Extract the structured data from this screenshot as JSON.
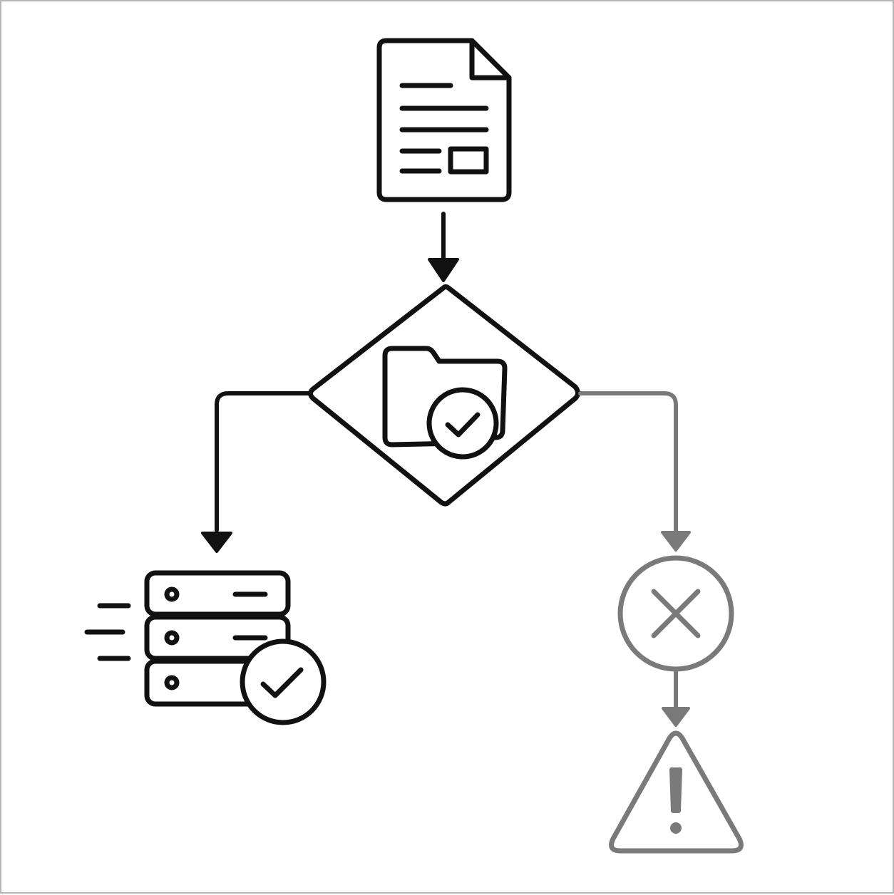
{
  "diagram": {
    "colors": {
      "primary_path": "#111111",
      "failure_path": "#7a7a7a",
      "background": "#ffffff",
      "frame": "#b5b5b5"
    },
    "nodes": [
      {
        "id": "source",
        "icon": "document-icon",
        "role": "input document"
      },
      {
        "id": "decision",
        "icon": "folder-check-icon",
        "role": "validation decision"
      },
      {
        "id": "success",
        "icon": "server-check-icon",
        "role": "stored successfully"
      },
      {
        "id": "reject",
        "icon": "circle-x-icon",
        "role": "rejected"
      },
      {
        "id": "alert",
        "icon": "warning-triangle-icon",
        "role": "warning"
      }
    ],
    "edges": [
      {
        "from": "source",
        "to": "decision",
        "style": "primary"
      },
      {
        "from": "decision",
        "to": "success",
        "style": "primary"
      },
      {
        "from": "decision",
        "to": "reject",
        "style": "failure"
      },
      {
        "from": "reject",
        "to": "alert",
        "style": "failure"
      }
    ]
  }
}
